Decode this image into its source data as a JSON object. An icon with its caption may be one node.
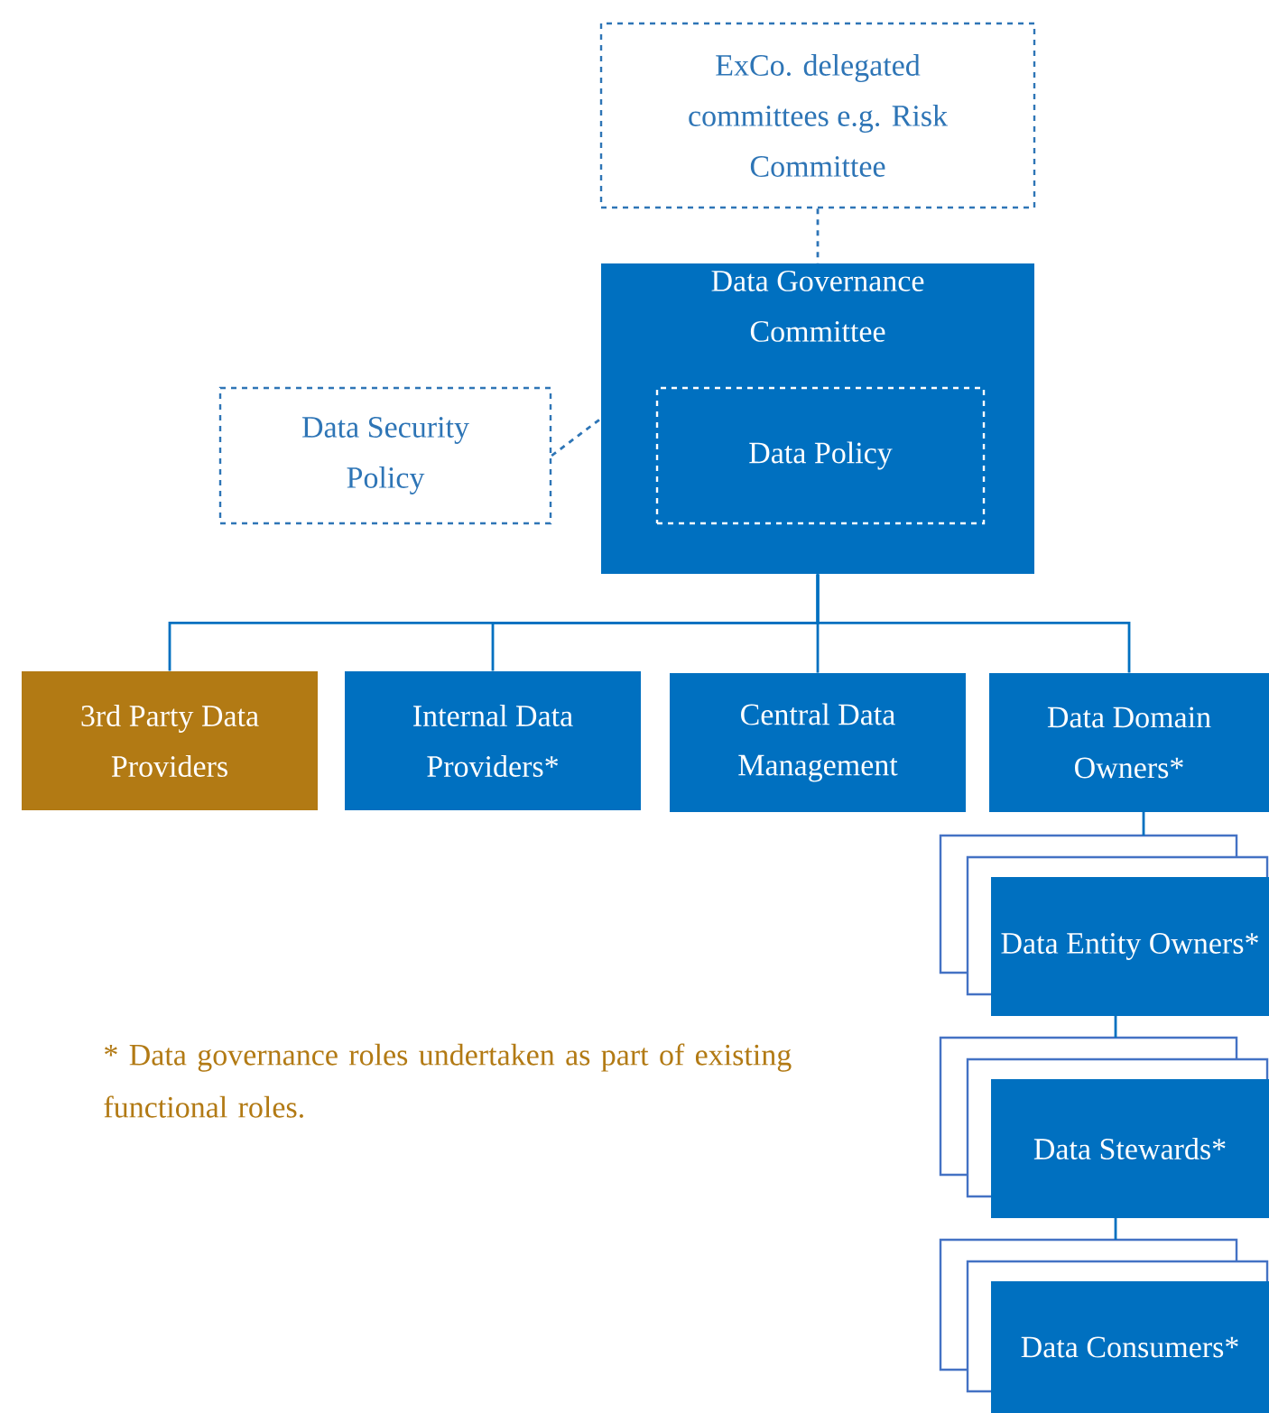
{
  "diagram": {
    "nodes": [
      {
        "text": [
          "ExCo. delegated committees e.g. Risk Committee"
        ]
      },
      {
        "text": [
          "Data Governance Committee"
        ]
      },
      {
        "text": [
          "Data Policy"
        ],
        "in": 1
      },
      {
        "text": [
          "Data Security Policy"
        ]
      },
      {
        "text": [
          "3rd Party Data Providers"
        ]
      },
      {
        "text": [
          "Internal Data Providers*"
        ]
      },
      {
        "text": [
          "Central Data Management"
        ]
      },
      {
        "text": [
          "Data Domain Owners*"
        ]
      },
      {
        "text": [
          "Data Entity Owners*"
        ]
      },
      {
        "text": [
          "Data Stewards*"
        ]
      },
      {
        "text": [
          "Data Consumers*"
        ]
      }
    ],
    "edges": [
      {
        "from": 0,
        "to": 1,
        "arrow": "none",
        "style": "dashed"
      },
      {
        "from": 3,
        "to": 1,
        "arrow": "none",
        "style": "dashed"
      },
      {
        "from": 1,
        "to": 4,
        "arrow": "none"
      },
      {
        "from": 1,
        "to": 5,
        "arrow": "none"
      },
      {
        "from": 1,
        "to": 6,
        "arrow": "none"
      },
      {
        "from": 1,
        "to": 7,
        "arrow": "none"
      },
      {
        "from": 7,
        "to": 8,
        "arrow": "none"
      },
      {
        "from": 8,
        "to": 9,
        "arrow": "none"
      },
      {
        "from": 9,
        "to": 10,
        "arrow": "none"
      }
    ],
    "labels": [
      "* Data governance roles undertaken as part of existing functional roles."
    ]
  }
}
